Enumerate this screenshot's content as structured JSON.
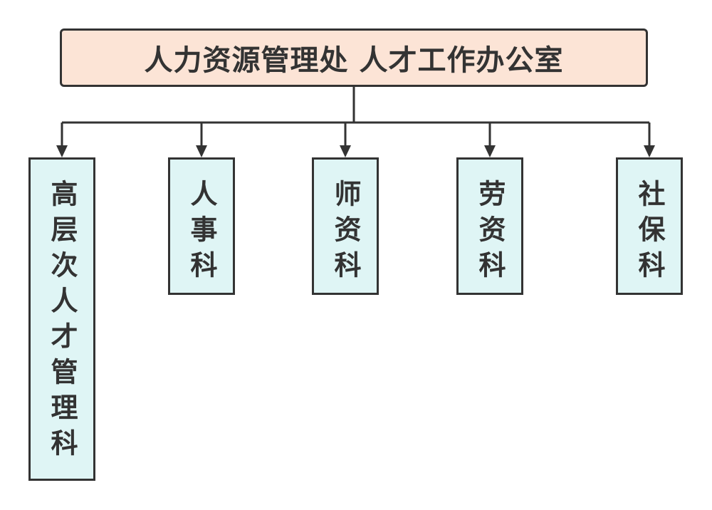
{
  "root": {
    "title": "人力资源管理处 人才工作办公室"
  },
  "departments": [
    {
      "label": "高层次人才管理科"
    },
    {
      "label": "人事科"
    },
    {
      "label": "师资科"
    },
    {
      "label": "劳资科"
    },
    {
      "label": "社保科"
    }
  ],
  "colors": {
    "root_fill": "#fce4d6",
    "dept_fill": "#dff5f5",
    "stroke": "#333333"
  }
}
